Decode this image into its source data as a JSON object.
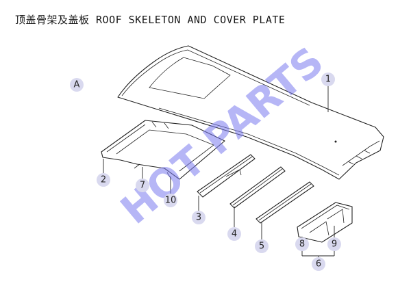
{
  "header": {
    "title": "顶盖骨架及盖板 ROOF SKELETON AND COVER PLATE"
  },
  "watermark": "HOT PARTS",
  "callouts": [
    {
      "id": "A",
      "label": "A"
    },
    {
      "id": "1",
      "label": "1"
    },
    {
      "id": "2",
      "label": "2"
    },
    {
      "id": "7",
      "label": "7"
    },
    {
      "id": "10",
      "label": "10"
    },
    {
      "id": "3",
      "label": "3"
    },
    {
      "id": "4",
      "label": "4"
    },
    {
      "id": "5",
      "label": "5"
    },
    {
      "id": "8",
      "label": "8"
    },
    {
      "id": "9",
      "label": "9"
    },
    {
      "id": "6",
      "label": "6"
    }
  ],
  "colors": {
    "callout_fill": "#d9d9ef",
    "watermark": "#7a7aee",
    "line": "#222222"
  }
}
